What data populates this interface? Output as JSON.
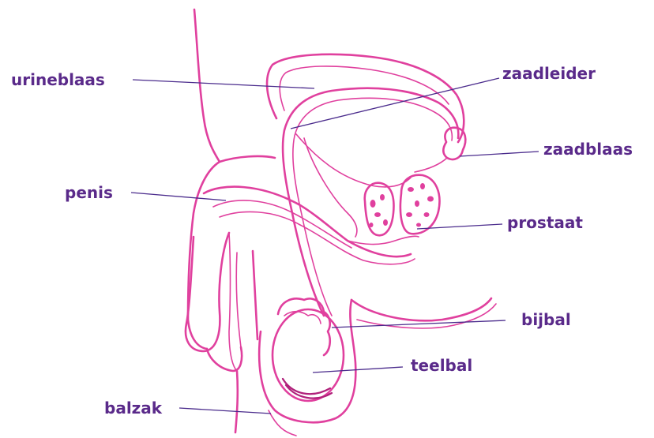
{
  "labels": {
    "urineblaas": "urineblaas",
    "zaadleider": "zaadleider",
    "zaadblaas": "zaadblaas",
    "penis": "penis",
    "prostaat": "prostaat",
    "bijbal": "bijbal",
    "teelbal": "teelbal",
    "balzak": "balzak"
  },
  "colors": {
    "anatomy_stroke": "#e0409e",
    "label_text": "#5a2a8a",
    "leader_line": "#4a2b8c",
    "background": "#ffffff"
  }
}
